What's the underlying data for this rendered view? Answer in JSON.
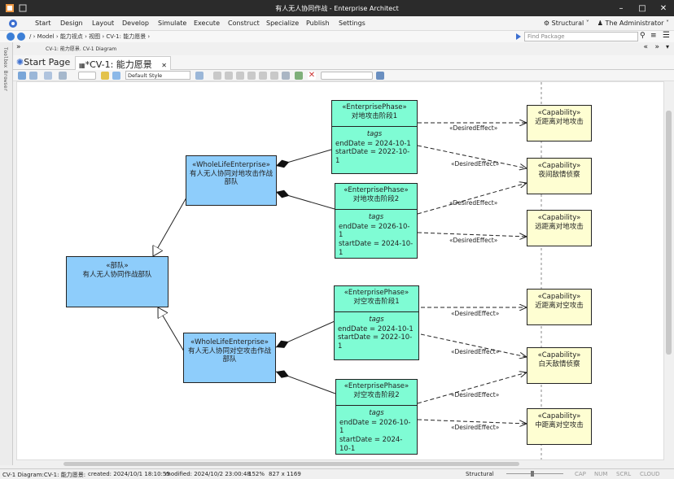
{
  "window": {
    "title": "有人无人协同作战 - Enterprise Architect"
  },
  "menu": {
    "items": [
      "Start",
      "Design",
      "Layout",
      "Develop",
      "Simulate",
      "Execute",
      "Construct",
      "Specialize",
      "Publish",
      "Settings"
    ],
    "perspective": "Structural",
    "user": "The Administrator"
  },
  "address": {
    "path": "/   › Model  › 能力视点  › 视图  › CV-1: 能力愿景  ›",
    "find_placeholder": "Find Package"
  },
  "toolbox_label": "Toolbox  Browser",
  "subtab": "CV-1: 能力愿景.  CV-1 Diagram",
  "doc_tabs": {
    "start_page": "Start Page",
    "active": "*CV-1: 能力愿景"
  },
  "toolbar": {
    "style": "Default Style"
  },
  "diagram": {
    "root": {
      "stereo": "«部队»",
      "name": "有人无人协同作战部队"
    },
    "wle1": {
      "stereo": "«WholeLifeEnterprise»",
      "name": "有人无人协同对地攻击作战部队"
    },
    "wle2": {
      "stereo": "«WholeLifeEnterprise»",
      "name": "有人无人协同对空攻击作战部队"
    },
    "phases": [
      {
        "stereo": "«EnterprisePhase»",
        "name": "对地攻击阶段1",
        "tags": "tags",
        "line1": "endDate = 2024-10-1",
        "line2": "startDate = 2022-10-1"
      },
      {
        "stereo": "«EnterprisePhase»",
        "name": "对地攻击阶段2",
        "tags": "tags",
        "line1": "endDate = 2026-10-1",
        "line2": "startDate = 2024-10-1"
      },
      {
        "stereo": "«EnterprisePhase»",
        "name": "对空攻击阶段1",
        "tags": "tags",
        "line1": "endDate = 2024-10-1",
        "line2": "startDate = 2022-10-1"
      },
      {
        "stereo": "«EnterprisePhase»",
        "name": "对空攻击阶段2",
        "tags": "tags",
        "line1": "endDate = 2026-10-1",
        "line2": "startDate = 2024-10-1"
      }
    ],
    "capabilities": [
      {
        "stereo": "«Capability»",
        "name": "近距离对地攻击"
      },
      {
        "stereo": "«Capability»",
        "name": "夜间敌情侦察"
      },
      {
        "stereo": "«Capability»",
        "name": "远距离对地攻击"
      },
      {
        "stereo": "«Capability»",
        "name": "近距离对空攻击"
      },
      {
        "stereo": "«Capability»",
        "name": "白天敌情侦察"
      },
      {
        "stereo": "«Capability»",
        "name": "中距离对空攻击"
      }
    ],
    "edge_label": "«DesiredEffect»"
  },
  "status": {
    "diagram": "CV-1 Diagram:CV-1: 能力愿景:",
    "created": "created: 2024/10/1 18:10:55",
    "modified": "modified: 2024/10/2 23:00:48",
    "zoom": "152%",
    "size": "827 x 1169",
    "perspective": "Structural",
    "cap": "CAP",
    "num": "NUM",
    "scrl": "SCRL",
    "cloud": "CLOUD"
  }
}
